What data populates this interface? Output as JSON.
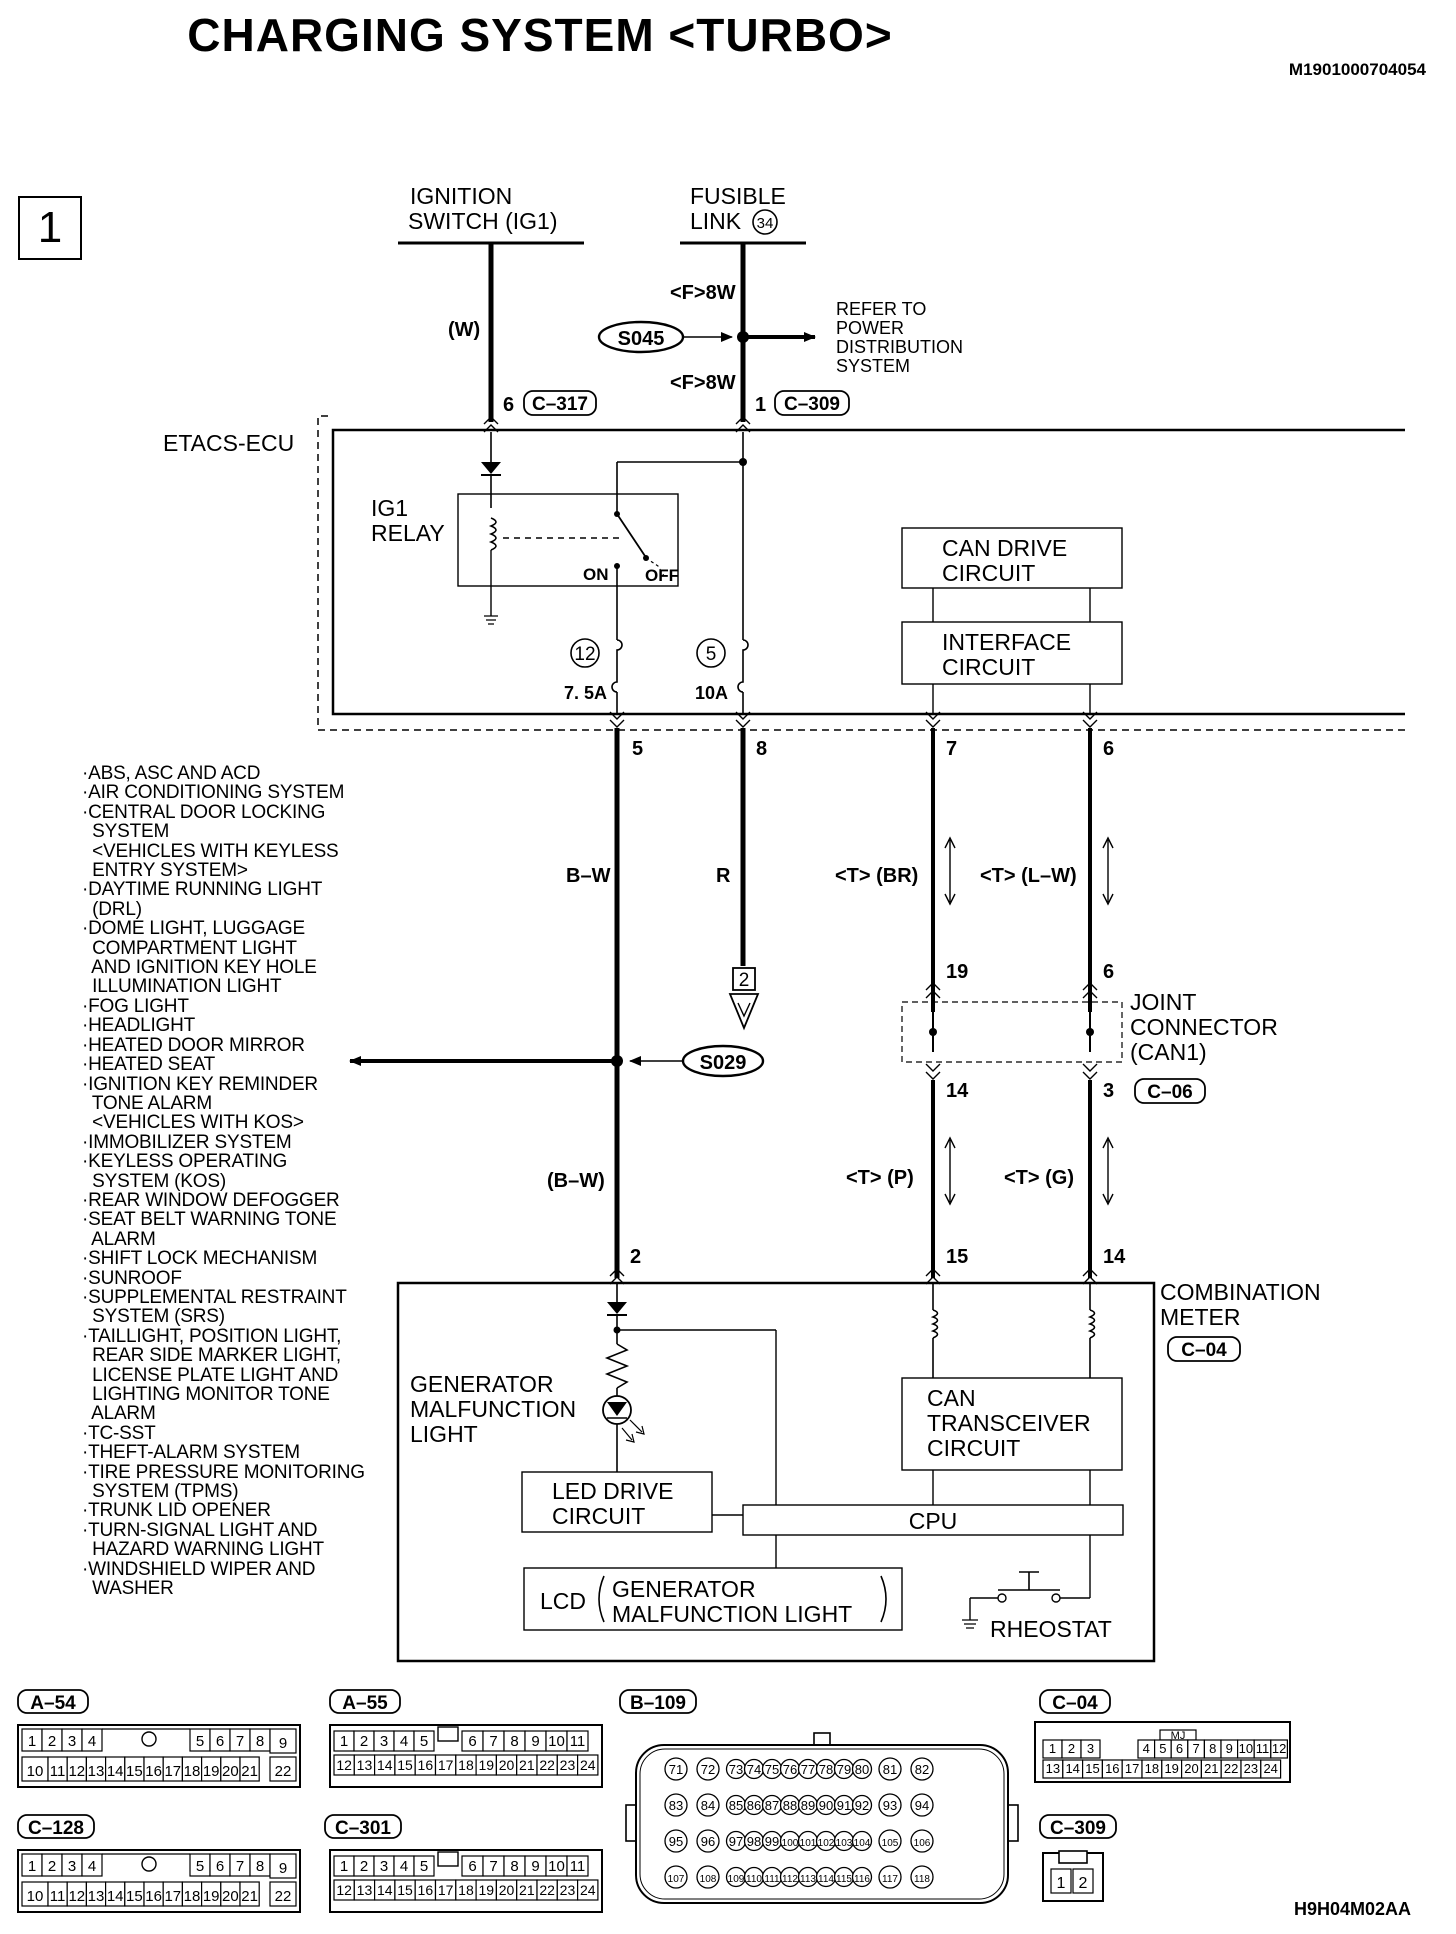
{
  "title": "CHARGING SYSTEM <TURBO>",
  "doc_id": "M1901000704054",
  "figure_id": "H9H04M02AA",
  "page_number": "1",
  "sources": {
    "ignition_line1": "IGNITION",
    "ignition_line2": "SWITCH (IG1)",
    "fusible_line1": "FUSIBLE",
    "fusible_line2": "LINK",
    "fusible_num": "34"
  },
  "wires": {
    "w": "(W)",
    "f8w_top": "<F>8W",
    "f8w_bottom": "<F>8W",
    "bw": "B–W",
    "r": "R",
    "t_br": "<T> (BR)",
    "t_lw": "<T> (L–W)",
    "bw2": "(B–W)",
    "t_p": "<T> (P)",
    "t_g": "<T> (G)"
  },
  "splices": {
    "s045": "S045",
    "s029": "S029"
  },
  "refer": {
    "l1": "REFER TO",
    "l2": "POWER",
    "l3": "DISTRIBUTION",
    "l4": "SYSTEM"
  },
  "connectors": {
    "c317": "C–317",
    "c309": "C–309",
    "c06": "C–06",
    "c04": "C–04",
    "a54": "A–54",
    "a55": "A–55",
    "b109": "B–109",
    "c128": "C–128",
    "c301": "C–301",
    "c309b": "C–309"
  },
  "pins": {
    "p6": "6",
    "p1": "1",
    "p5": "5",
    "p8": "8",
    "p7": "7",
    "p6b": "6",
    "p19": "19",
    "p6c": "6",
    "p14": "14",
    "p3": "3",
    "p2": "2",
    "p15": "15",
    "p14b": "14"
  },
  "etacs": {
    "label": "ETACS-ECU",
    "relay_l1": "IG1",
    "relay_l2": "RELAY",
    "on": "ON",
    "off": "OFF",
    "fuse12": "12",
    "fuse12_amp": "7. 5A",
    "fuse5": "5",
    "fuse5_amp": "10A",
    "can_drive_l1": "CAN DRIVE",
    "can_drive_l2": "CIRCUIT",
    "interface_l1": "INTERFACE",
    "interface_l2": "CIRCUIT"
  },
  "ground_ref": "2",
  "joint": {
    "l1": "JOINT",
    "l2": "CONNECTOR",
    "l3": "(CAN1)"
  },
  "meter": {
    "l1": "COMBINATION",
    "l2": "METER",
    "gen_l1": "GENERATOR",
    "gen_l2": "MALFUNCTION",
    "gen_l3": "LIGHT",
    "led_l1": "LED DRIVE",
    "led_l2": "CIRCUIT",
    "can_l1": "CAN",
    "can_l2": "TRANSCEIVER",
    "can_l3": "CIRCUIT",
    "cpu": "CPU",
    "lcd": "LCD",
    "lcd_l1": "GENERATOR",
    "lcd_l2": "MALFUNCTION LIGHT",
    "rheostat": "RHEOSTAT"
  },
  "systems": [
    "·ABS, ASC AND ACD",
    "·AIR CONDITIONING SYSTEM",
    "·CENTRAL DOOR LOCKING",
    "  SYSTEM",
    "  <VEHICLES WITH KEYLESS",
    "  ENTRY SYSTEM>",
    "·DAYTIME RUNNING LIGHT",
    "  (DRL)",
    "·DOME LIGHT, LUGGAGE",
    "  COMPARTMENT LIGHT",
    "  AND IGNITION KEY HOLE",
    "  ILLUMINATION LIGHT",
    "·FOG LIGHT",
    "·HEADLIGHT",
    "·HEATED DOOR MIRROR",
    "·HEATED SEAT",
    "·IGNITION KEY REMINDER",
    "  TONE ALARM",
    "  <VEHICLES WITH KOS>",
    "·IMMOBILIZER SYSTEM",
    "·KEYLESS OPERATING",
    "  SYSTEM (KOS)",
    "·REAR WINDOW DEFOGGER",
    "·SEAT BELT WARNING TONE",
    "  ALARM",
    "·SHIFT LOCK MECHANISM",
    "·SUNROOF",
    "·SUPPLEMENTAL RESTRAINT",
    "  SYSTEM (SRS)",
    "·TAILLIGHT, POSITION LIGHT,",
    "  REAR SIDE MARKER LIGHT,",
    "  LICENSE PLATE LIGHT AND",
    "  LIGHTING MONITOR TONE",
    "  ALARM",
    "·TC-SST",
    "·THEFT-ALARM SYSTEM",
    "·TIRE PRESSURE MONITORING",
    "  SYSTEM (TPMS)",
    "·TRUNK LID OPENER",
    "·TURN-SIGNAL LIGHT AND",
    "  HAZARD WARNING LIGHT",
    "·WINDSHIELD WIPER AND",
    "  WASHER"
  ],
  "pinouts": {
    "a54_top": [
      "1",
      "2",
      "3",
      "4",
      "5",
      "6",
      "7",
      "8",
      "9"
    ],
    "a54_bot": [
      "10",
      "11",
      "12",
      "13",
      "14",
      "15",
      "16",
      "17",
      "18",
      "19",
      "20",
      "21",
      "22"
    ],
    "a55_top": [
      "1",
      "2",
      "3",
      "4",
      "5",
      "6",
      "7",
      "8",
      "9",
      "10",
      "11"
    ],
    "a55_bot": [
      "12",
      "13",
      "14",
      "15",
      "16",
      "17",
      "18",
      "19",
      "20",
      "21",
      "22",
      "23",
      "24"
    ],
    "c04_top": [
      "1",
      "2",
      "3",
      "4",
      "5",
      "6",
      "7",
      "8",
      "9",
      "10",
      "11",
      "12"
    ],
    "c04_bot": [
      "13",
      "14",
      "15",
      "16",
      "17",
      "18",
      "19",
      "20",
      "21",
      "22",
      "23",
      "24"
    ],
    "c04_mark": "MJ",
    "b109_rows": [
      [
        "71",
        "72",
        "73",
        "74",
        "75",
        "76",
        "77",
        "78",
        "79",
        "80",
        "81",
        "82"
      ],
      [
        "83",
        "84",
        "85",
        "86",
        "87",
        "88",
        "89",
        "90",
        "91",
        "92",
        "93",
        "94"
      ],
      [
        "95",
        "96",
        "97",
        "98",
        "99",
        "100",
        "101",
        "102",
        "103",
        "104",
        "105",
        "106"
      ],
      [
        "107",
        "108",
        "109",
        "110",
        "111",
        "112",
        "113",
        "114",
        "115",
        "116",
        "117",
        "118"
      ]
    ],
    "c309_pins": [
      "1",
      "2"
    ]
  }
}
